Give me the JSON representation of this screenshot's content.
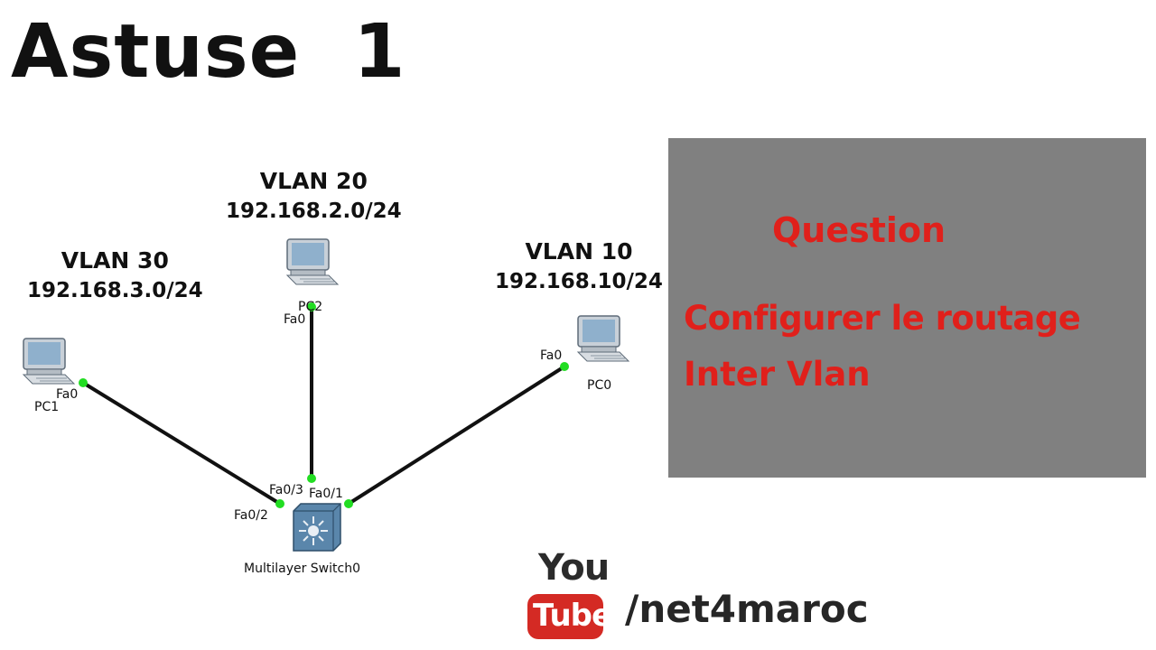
{
  "title": "Astuse  1",
  "vlans": {
    "vlan20": {
      "name": "VLAN 20",
      "network": "192.168.2.0/24"
    },
    "vlan30": {
      "name": "VLAN 30",
      "network": "192.168.3.0/24"
    },
    "vlan10": {
      "name": "VLAN 10",
      "network": "192.168.10/24"
    }
  },
  "devices": {
    "pc1": {
      "label": "PC1",
      "port": "Fa0"
    },
    "pc2": {
      "label": "PC2",
      "port": "Fa0"
    },
    "pc0": {
      "label": "PC0",
      "port": "Fa0"
    },
    "switch": {
      "label": "Multilayer Switch0",
      "ports": {
        "to_pc1": "Fa0/2",
        "to_pc2": "Fa0/3",
        "to_pc0": "Fa0/1"
      }
    }
  },
  "question": {
    "heading": "Question",
    "line1": "Configurer le routage",
    "line2": "Inter Vlan"
  },
  "youtube": {
    "you": "You",
    "tube": "Tube",
    "handle": "/net4maroc"
  },
  "colors": {
    "link_dot": "#22dd22",
    "question_text": "#e0201b",
    "box_bg": "#808080",
    "yt_red": "#d42a24"
  }
}
